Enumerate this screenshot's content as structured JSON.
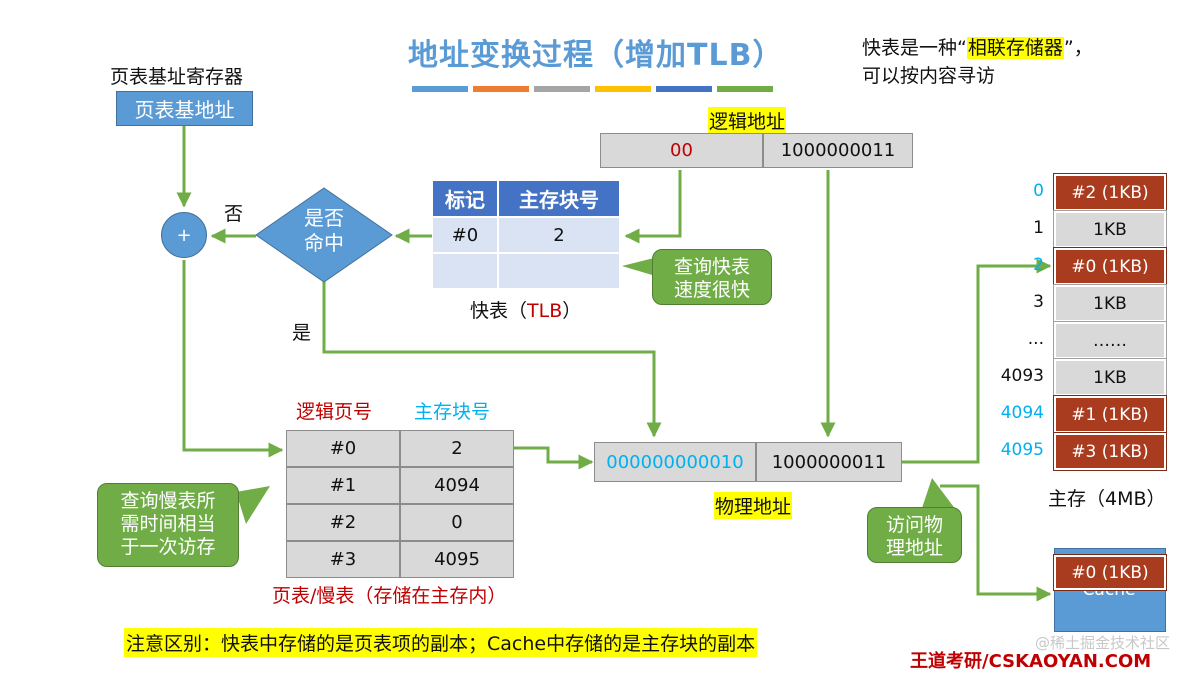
{
  "title": "地址变换过程（增加TLB）",
  "stripe_colors": [
    "#5b9bd5",
    "#ed7d31",
    "#a5a5a5",
    "#ffc000",
    "#4472c4",
    "#70ad47"
  ],
  "note_top_right": {
    "line1_pre": "快表是一种“",
    "line1_hl": "相联存储器",
    "line1_post": "”，",
    "line2": "可以按内容寻访"
  },
  "ptbr": {
    "label": "页表基址寄存器",
    "box": "页表基地址"
  },
  "adder": {
    "symbol": "+",
    "no_label": "否",
    "yes_label": "是"
  },
  "decision": {
    "line1": "是否",
    "line2": "命中"
  },
  "logical_address": {
    "label": "逻辑地址",
    "page": "00",
    "offset": "1000000011"
  },
  "tlb": {
    "headers": [
      "标记",
      "主存块号"
    ],
    "rows": [
      [
        "#0",
        "2"
      ],
      [
        "",
        ""
      ]
    ],
    "caption_pre": "快表（",
    "caption_red": "TLB",
    "caption_post": "）"
  },
  "tlb_callout": {
    "line1": "查询快表",
    "line2": "速度很快"
  },
  "page_table": {
    "header_left": "逻辑页号",
    "header_right": "主存块号",
    "rows": [
      [
        "#0",
        "2"
      ],
      [
        "#1",
        "4094"
      ],
      [
        "#2",
        "0"
      ],
      [
        "#3",
        "4095"
      ]
    ],
    "caption": "页表/慢表（存储在主存内）"
  },
  "slow_callout": {
    "line1": "查询慢表所",
    "line2": "需时间相当",
    "line3": "于一次访存"
  },
  "physical_address": {
    "label": "物理地址",
    "block": "000000000010",
    "offset": "1000000011"
  },
  "access_callout": {
    "line1": "访问物",
    "line2": "理地址"
  },
  "main_memory": {
    "indices": [
      "0",
      "1",
      "2",
      "3",
      "...",
      "4093",
      "4094",
      "4095"
    ],
    "cells": [
      "#2 (1KB)",
      "1KB",
      "#0 (1KB)",
      "1KB",
      "……",
      "1KB",
      "#1 (1KB)",
      "#3 (1KB)"
    ],
    "caption": "主存（4MB）"
  },
  "cache": {
    "label": "Cache",
    "block": "#0 (1KB)"
  },
  "bottom_note": "注意区别：快表中存储的是页表项的副本；Cache中存储的是主存块的副本",
  "brand": "王道考研/CSKAOYAN.COM",
  "watermark": "@稀土掘金技术社区",
  "colors": {
    "accent_blue": "#5b9bd5",
    "arrow_green": "#70ad47",
    "mem_red": "#a93c1f",
    "label_red": "#c00000",
    "index_cyan": "#00b0f0"
  }
}
